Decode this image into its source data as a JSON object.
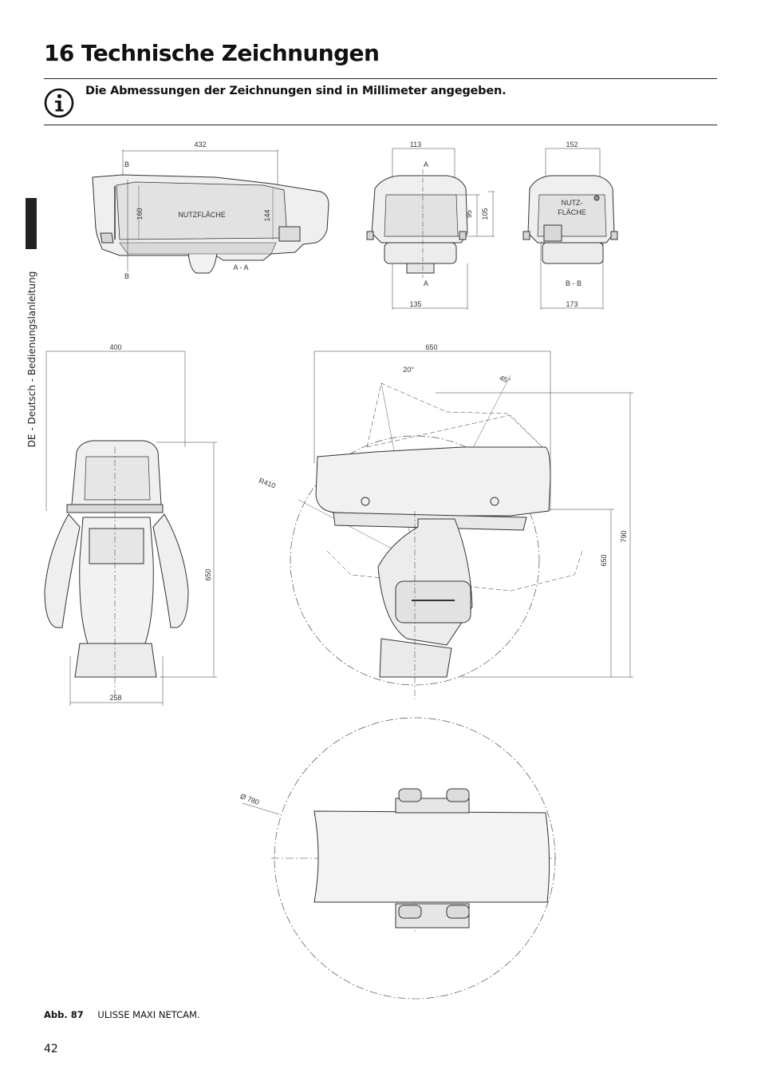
{
  "section": {
    "title": "16 Technische Zeichnungen",
    "note": "Die Abmessungen der Zeichnungen sind in Millimeter angegeben."
  },
  "side_label": "DE - Deutsch - Bedienungslanleitung",
  "drawings": {
    "side_section": {
      "width": "432",
      "height_a": "160",
      "height_b": "144",
      "area": "NUTZFLÄCHE",
      "section_mark": "B",
      "section_name": "A - A"
    },
    "front_section": {
      "width_top": "113",
      "width_bottom": "135",
      "height_a": "95",
      "height_b": "105",
      "section_mark": "A"
    },
    "rear_section": {
      "width_top": "152",
      "width_bottom": "173",
      "area_line1": "NUTZ-",
      "area_line2": "FLÄCHE",
      "section_name": "B - B"
    },
    "front_view": {
      "width_top": "400",
      "width_bottom": "258",
      "height": "650"
    },
    "side_view": {
      "width": "650",
      "angle_up": "20°",
      "angle_down": "45°",
      "radius": "R410",
      "height_a": "650",
      "height_b": "790"
    },
    "top_view": {
      "diameter": "Ø 780"
    }
  },
  "caption": {
    "label": "Abb. 87",
    "text": "ULISSE MAXI NETCAM."
  },
  "page_number": "42"
}
